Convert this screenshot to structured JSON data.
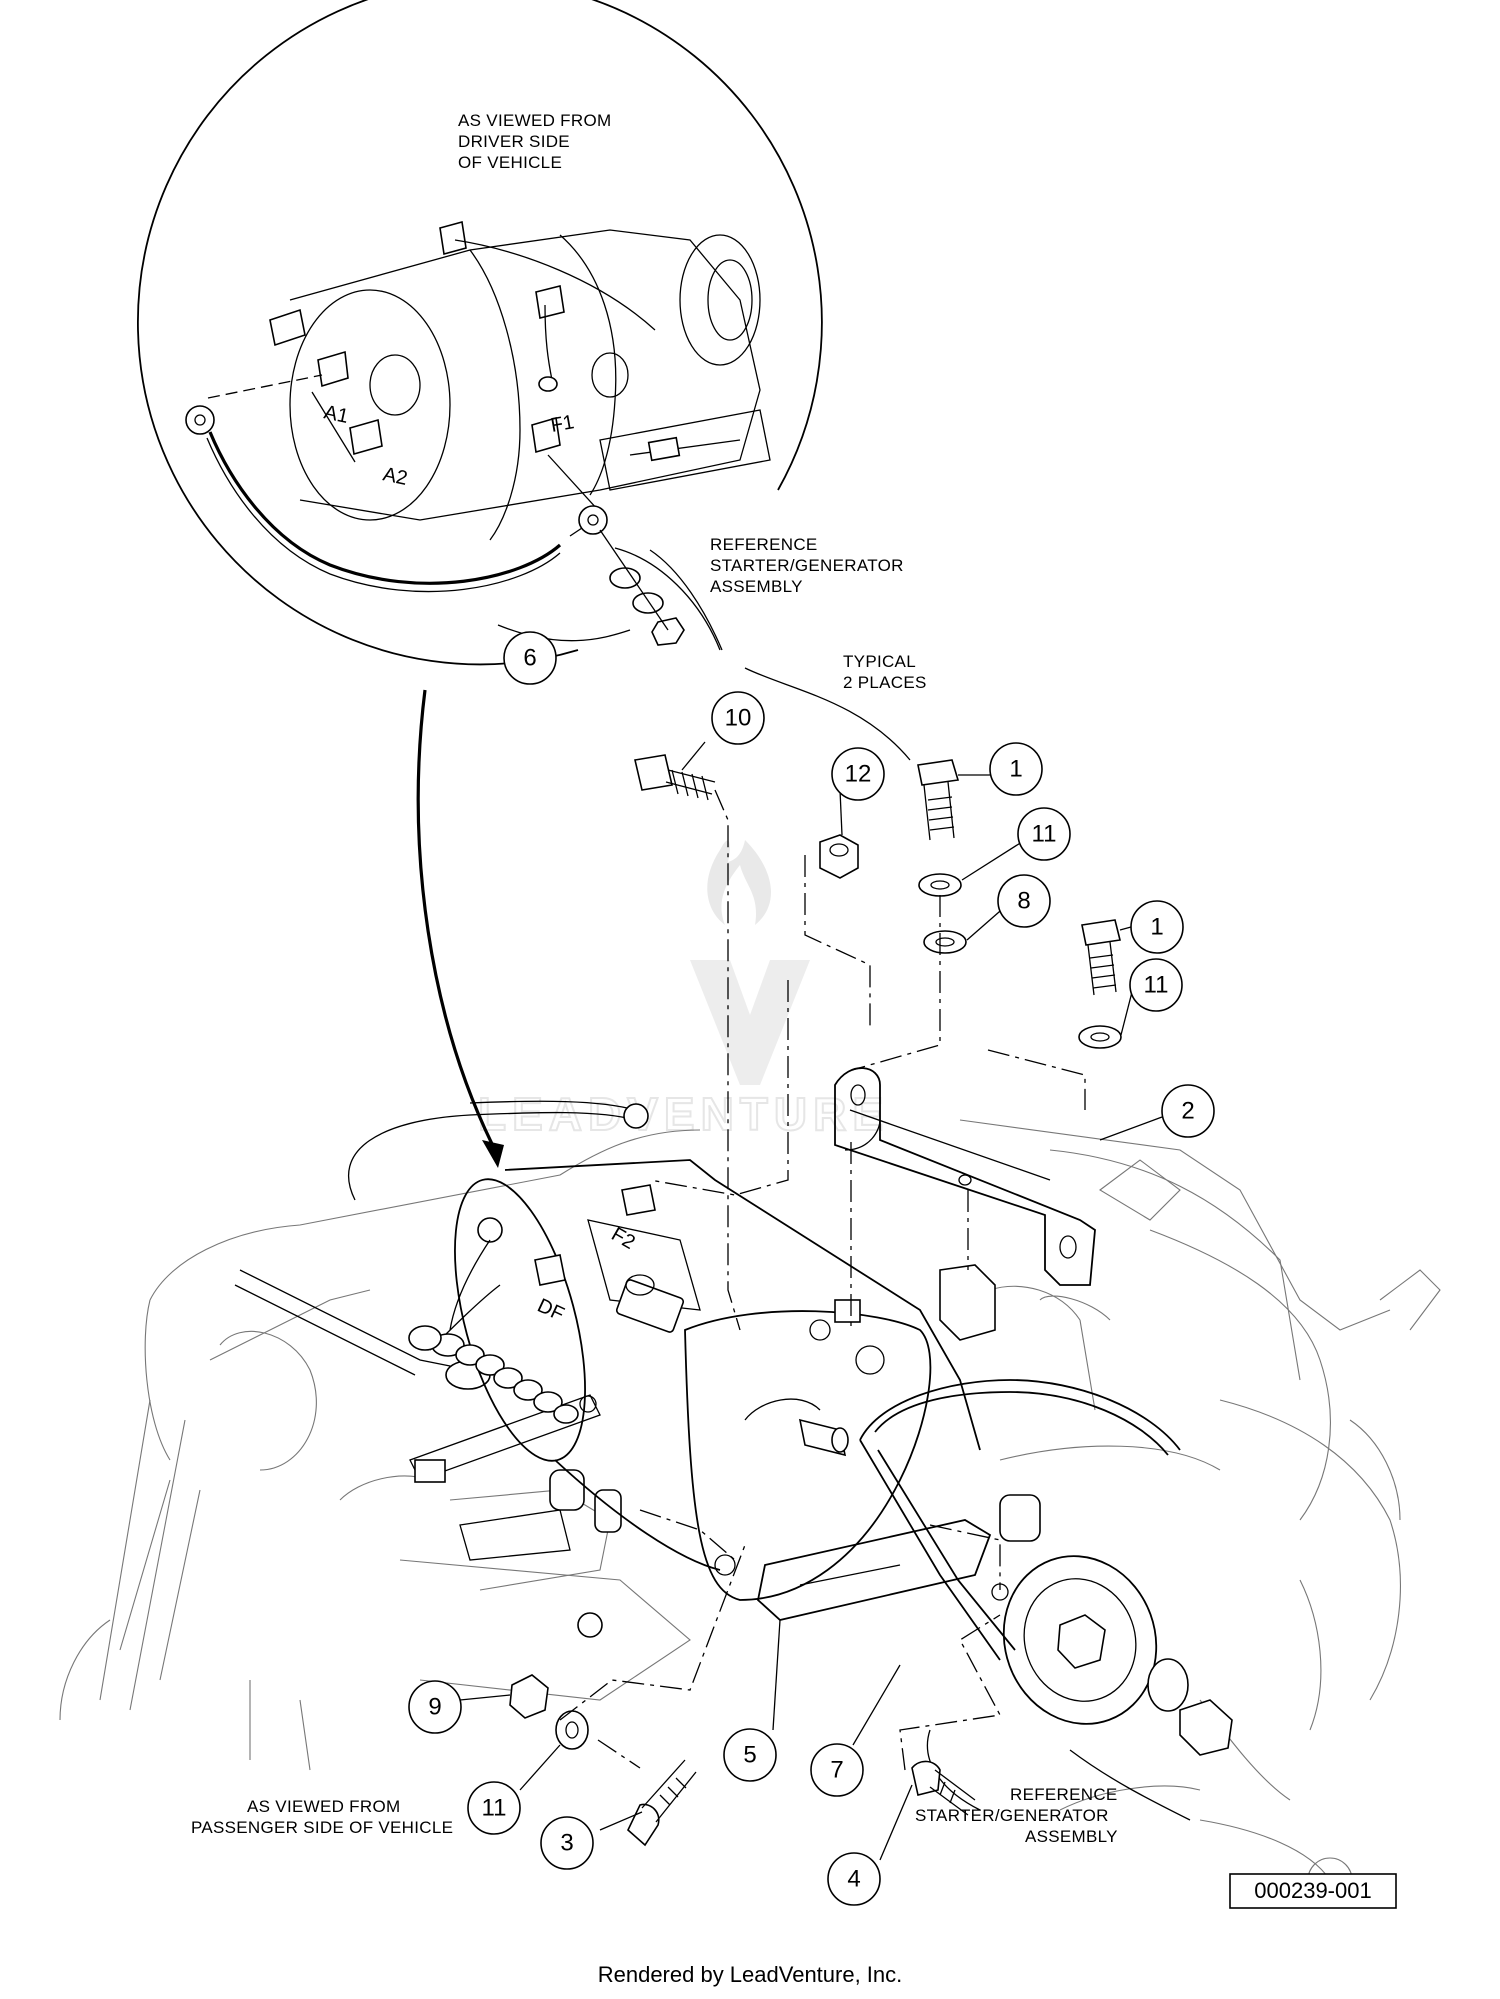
{
  "labels": {
    "driver_view": [
      "AS VIEWED FROM",
      "DRIVER SIDE",
      "OF VEHICLE"
    ],
    "ref_upper": [
      "REFERENCE",
      "STARTER/GENERATOR",
      "ASSEMBLY"
    ],
    "typical": [
      "TYPICAL",
      "2 PLACES"
    ],
    "passenger_view": [
      "AS VIEWED FROM",
      "PASSENGER SIDE OF VEHICLE"
    ],
    "ref_lower": [
      "REFERENCE",
      "STARTER/GENERATOR",
      "ASSEMBLY"
    ]
  },
  "terminals": {
    "a1": "A1",
    "a2": "A2",
    "f1": "F1",
    "f2": "F2",
    "df": "DF"
  },
  "callouts": {
    "c6": "6",
    "c10": "10",
    "c12": "12",
    "c1a": "1",
    "c11a": "11",
    "c8": "8",
    "c1b": "1",
    "c11b": "11",
    "c2": "2",
    "c9": "9",
    "c11c": "11",
    "c3": "3",
    "c5": "5",
    "c7": "7",
    "c4": "4"
  },
  "drawing_number": "000239-001",
  "watermark": "LEADVENTURE",
  "footer": "Rendered by LeadVenture, Inc.",
  "icons": [
    "leadventure-watermark-logo"
  ]
}
